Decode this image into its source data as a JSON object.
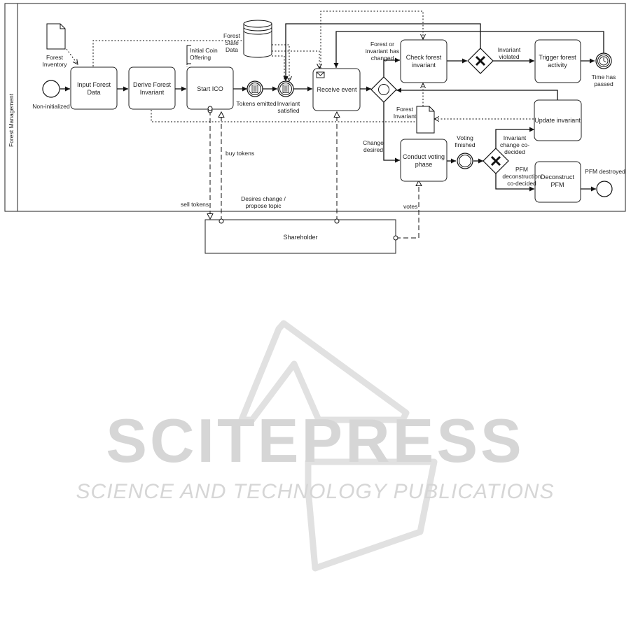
{
  "pool": {
    "lane_label": "Forest Management"
  },
  "participant": {
    "label": "Shareholder"
  },
  "tasks": {
    "input_forest_data": [
      "Input Forest",
      "Data"
    ],
    "derive_forest_invariant": [
      "Derive Forest",
      "Invariant"
    ],
    "start_ico": [
      "Start ICO"
    ],
    "receive_event": [
      "Receive event"
    ],
    "check_forest_invariant": [
      "Check forest",
      "invariant"
    ],
    "trigger_forest_activity": [
      "Trigger forest",
      "activity"
    ],
    "update_invariant": [
      "Update invariant"
    ],
    "conduct_voting_phase": [
      "Conduct voting",
      "phase"
    ],
    "deconstruct_pfm": [
      "Deconstruct",
      "PFM"
    ]
  },
  "events": {
    "start": [
      "Non-initialized"
    ],
    "tokens_emitted": [
      "Tokens emitted"
    ],
    "invariant_satisfied": [
      "Invariant",
      "satisfied"
    ],
    "time_has_passed": [
      "Time has",
      "passed"
    ],
    "voting_finished": [
      "Voting",
      "finished"
    ],
    "pfm_destroyed": [
      "PFM destroyed"
    ]
  },
  "artifacts": {
    "forest_inventory": [
      "Forest",
      "Inventory"
    ],
    "forest_state_data": [
      "Forest",
      "State",
      "Data"
    ],
    "forest_invariant_doc": [
      "Forest",
      "Invariant"
    ],
    "annotation_ico": [
      "Initial Coin",
      "Offering"
    ]
  },
  "flow_labels": {
    "forest_or_invariant_changed": [
      "Forest or",
      "invariant has",
      "changed"
    ],
    "invariant_violated": [
      "Invariant",
      "violated"
    ],
    "change_desired": [
      "Change",
      "desired"
    ],
    "invariant_change_codecided": [
      "Invariant",
      "change co-",
      "decided"
    ],
    "pfm_deconstruction_codecided": [
      "PFM",
      "deconstruction",
      "co-decided"
    ]
  },
  "message_labels": {
    "sell_tokens": [
      "sell tokens"
    ],
    "buy_tokens": [
      "buy tokens"
    ],
    "desires_change": [
      "Desires change /",
      "propose topic"
    ],
    "votes": [
      "votes"
    ]
  },
  "watermark": {
    "title": "SCITEPRESS",
    "subtitle": "SCIENCE AND TECHNOLOGY PUBLICATIONS"
  }
}
